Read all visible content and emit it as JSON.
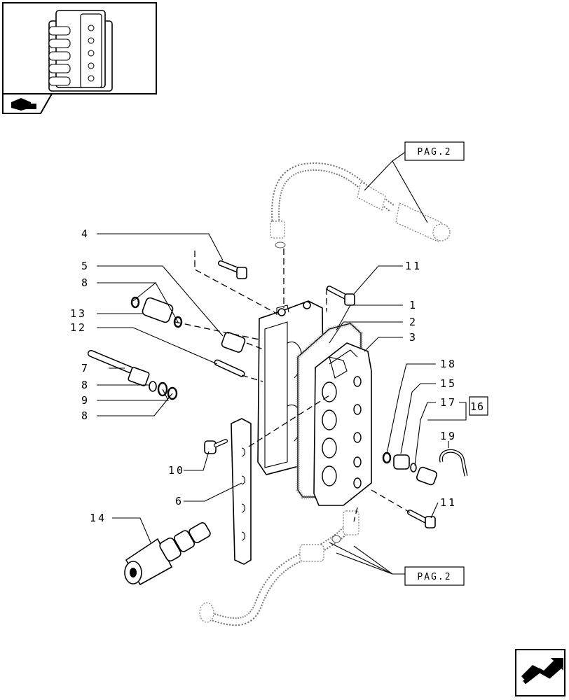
{
  "page_refs": {
    "top": "PAG.2",
    "bottom": "PAG.2"
  },
  "callouts": {
    "c1": "1",
    "c2": "2",
    "c3": "3",
    "c4": "4",
    "c5": "5",
    "c6": "6",
    "c7": "7",
    "c8a": "8",
    "c8b": "8",
    "c8c": "8",
    "c9": "9",
    "c10": "10",
    "c11a": "11",
    "c11b": "11",
    "c12": "12",
    "c13": "13",
    "c14": "14",
    "c15": "15",
    "c16": "16",
    "c17": "17",
    "c18": "18",
    "c19": "19"
  },
  "icons": {
    "thumbnail": "assembly-thumbnail",
    "index": "book-index-icon",
    "nav": "page-turn-arrow-icon"
  }
}
